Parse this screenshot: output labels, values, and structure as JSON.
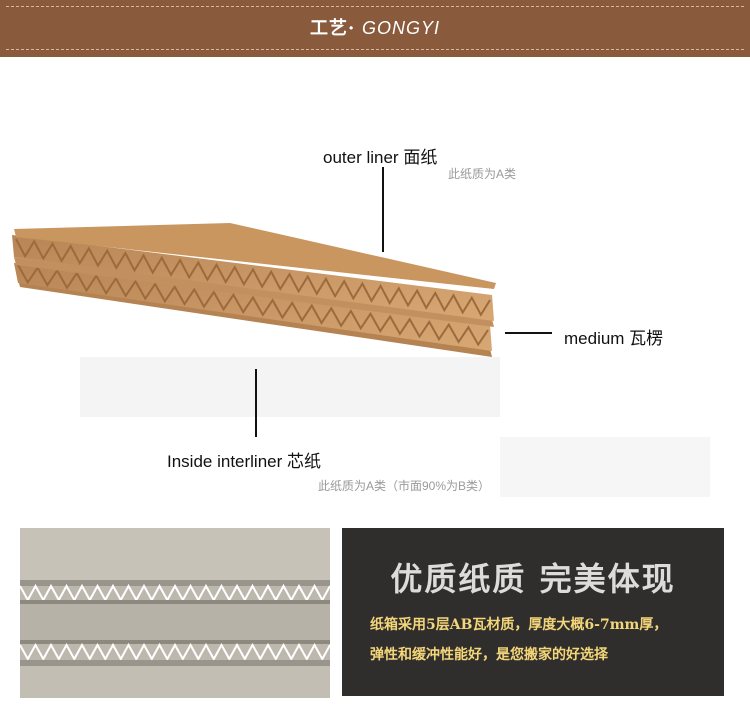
{
  "header": {
    "title_cn": "工艺·",
    "title_en": "GONGYI",
    "color": "#8a5a3c"
  },
  "diagram": {
    "outer_liner_label": "outer liner  面纸",
    "outer_liner_note": "此纸质为A类",
    "medium_label": "medium  瓦楞",
    "inside_label": "Inside interliner  芯纸",
    "inside_note": "此纸质为A类（市面90%为B类）",
    "board_color": "#c8955e"
  },
  "info_panel": {
    "title": "优质纸质  完美体现",
    "line1": "纸箱采用5层AB瓦材质，厚度大概6-7mm厚，",
    "line2": "弹性和缓冲性能好，是您搬家的好选择",
    "text_color": "#f3d57a"
  }
}
